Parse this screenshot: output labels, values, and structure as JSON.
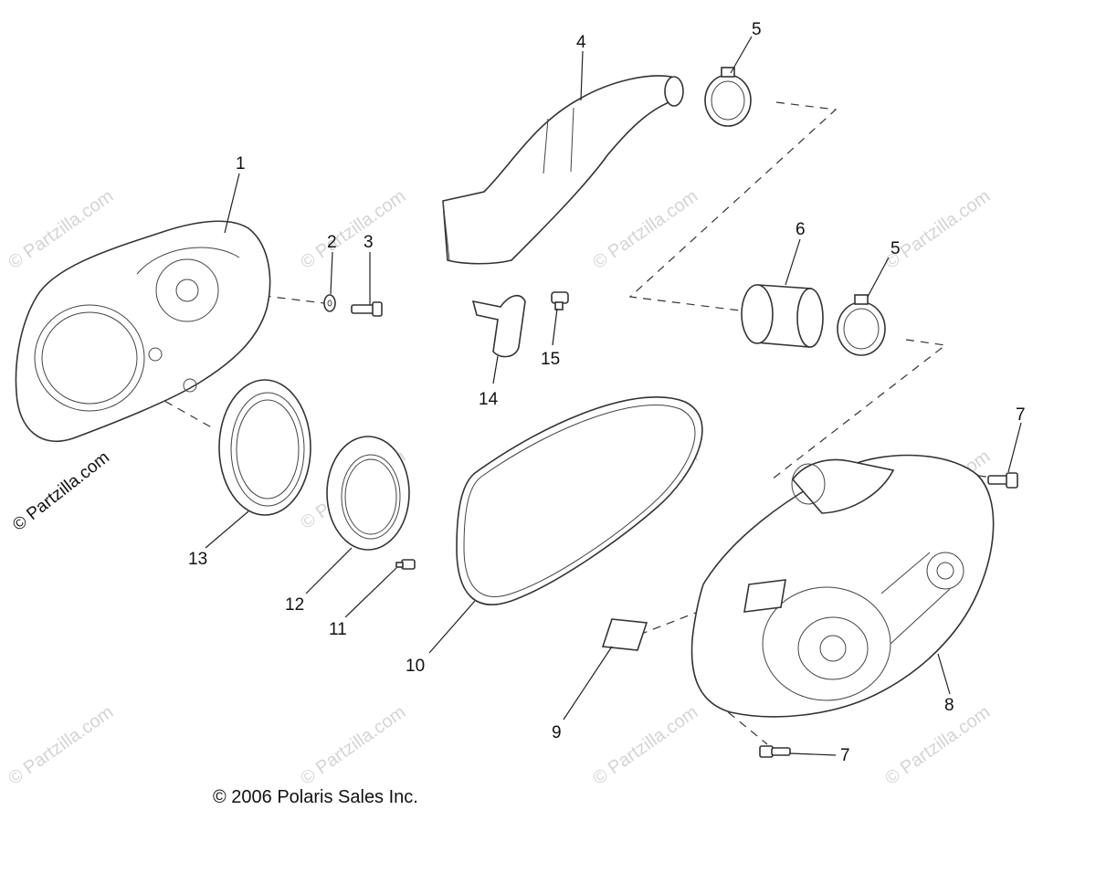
{
  "copyright": "© 2006 Polaris Sales Inc.",
  "watermark": "© Partzilla.com",
  "side_watermark": "© Partzilla.com",
  "callouts": {
    "c1": "1",
    "c2": "2",
    "c3": "3",
    "c4": "4",
    "c5a": "5",
    "c5b": "5",
    "c6": "6",
    "c7a": "7",
    "c7b": "7",
    "c8": "8",
    "c9": "9",
    "c10": "10",
    "c11": "11",
    "c12": "12",
    "c13": "13",
    "c14": "14",
    "c15": "15"
  }
}
